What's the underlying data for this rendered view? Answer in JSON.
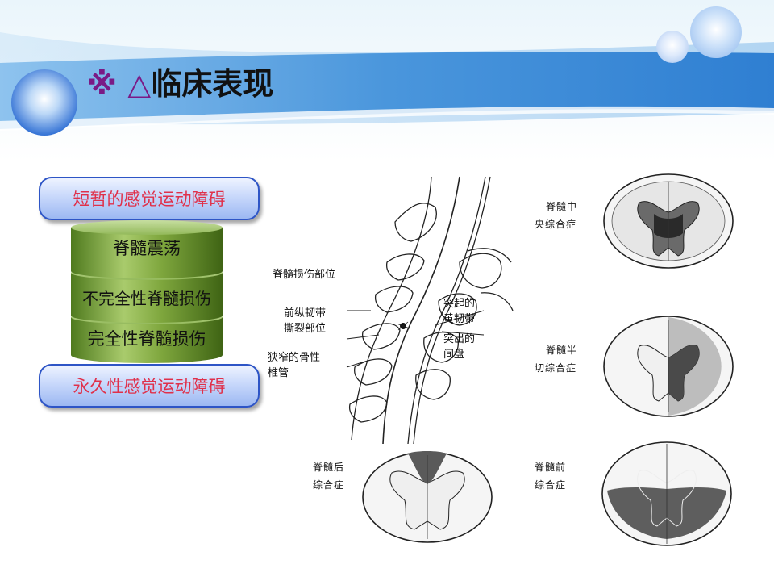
{
  "title": {
    "symbol": "※ △",
    "text": "临床表现"
  },
  "stack": {
    "top": "短暂的感觉运动障碍",
    "layers": [
      "脊髓震荡",
      "不完全性脊髓损伤",
      "完全性脊髓损伤"
    ],
    "bottom": "永久性感觉运动障碍"
  },
  "spine_diagram": {
    "labels": {
      "injury_site": "脊髓损伤部位",
      "alr_line1": "前纵韧带",
      "alr_line2": "撕裂部位",
      "canal_line1": "狭窄的骨性",
      "canal_line2": "椎管",
      "lf_line1": "突起的",
      "lf_line2": "黄韧带",
      "disc_line1": "突出的",
      "disc_line2": "间盘"
    }
  },
  "cord_sections": [
    {
      "line1": "脊髓中",
      "line2": "央综合症"
    },
    {
      "line1": "脊髓半",
      "line2": "切综合症"
    },
    {
      "line1": "脊髓后",
      "line2": "综合症"
    },
    {
      "line1": "脊髓前",
      "line2": "综合症"
    }
  ],
  "colors": {
    "title_symbol": "#7a1a86",
    "pill_text": "#e0304a",
    "pill_border": "#2e55c6",
    "cylinder_green": "#6f9a32",
    "banner_blue": "#4a96dc"
  }
}
